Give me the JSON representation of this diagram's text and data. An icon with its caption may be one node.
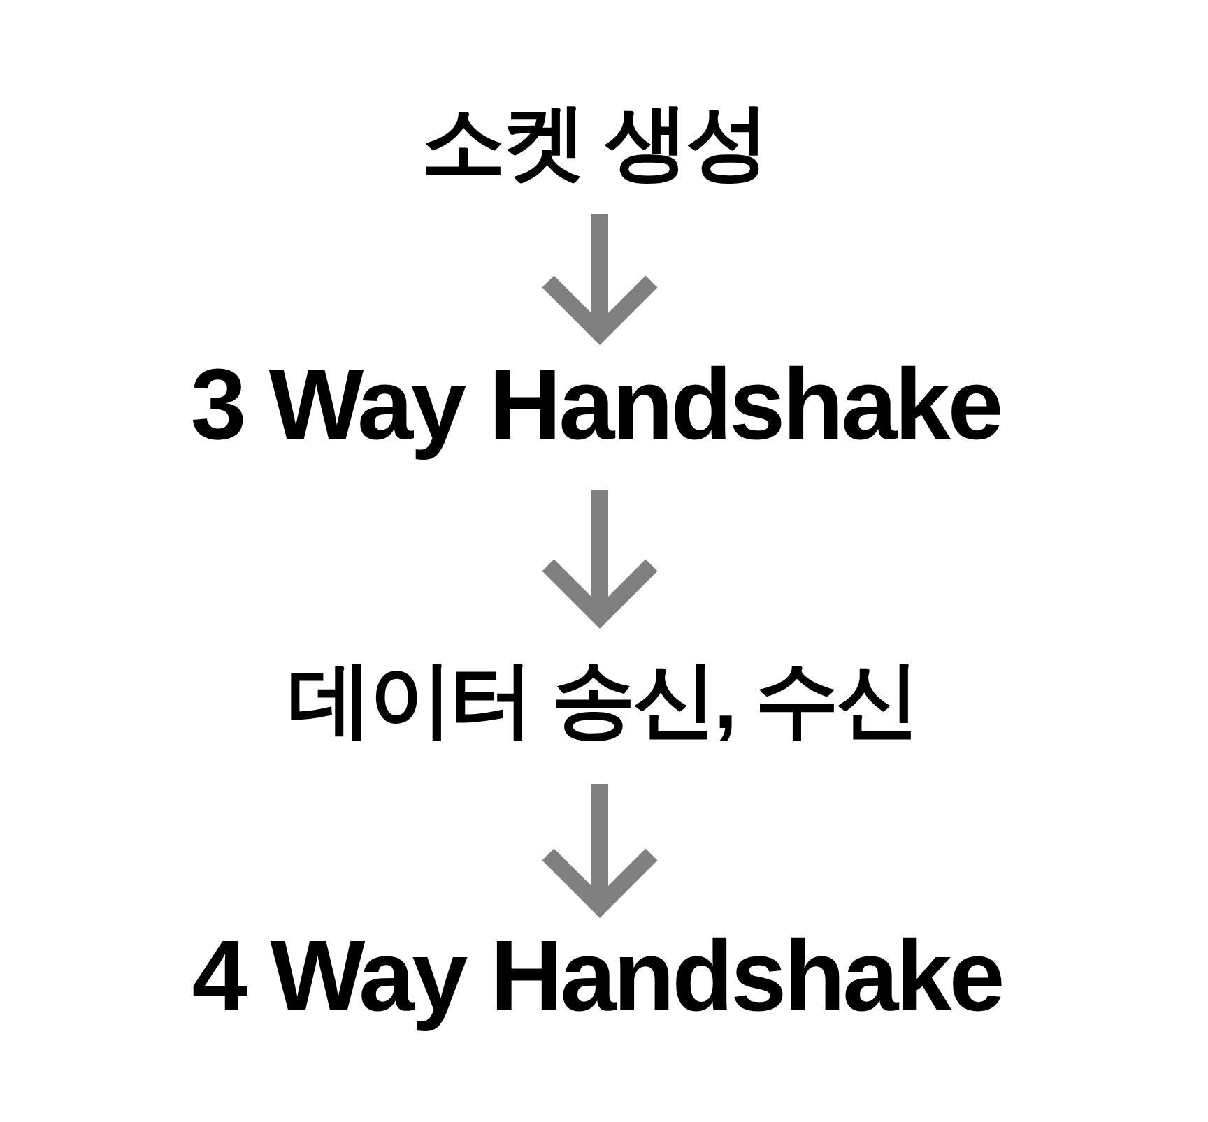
{
  "diagram": {
    "nodes": [
      {
        "text": [
          "소켓 생성"
        ]
      },
      {
        "text": [
          "3 Way Handshake"
        ]
      },
      {
        "text": [
          "데이터 송신, 수신"
        ]
      },
      {
        "text": [
          "4 Way Handshake"
        ]
      }
    ],
    "edges": [
      {
        "from": 0,
        "to": 1,
        "arrow": "to"
      },
      {
        "from": 1,
        "to": 2,
        "arrow": "to"
      },
      {
        "from": 2,
        "to": 3,
        "arrow": "to"
      }
    ]
  }
}
